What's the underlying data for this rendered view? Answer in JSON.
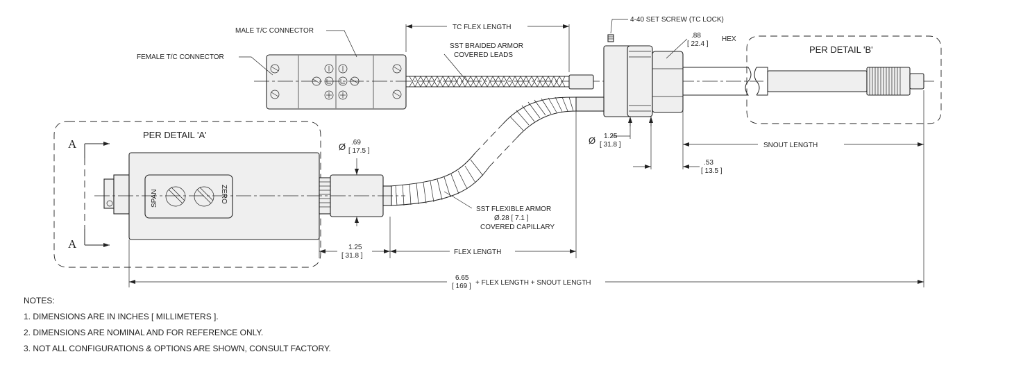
{
  "labels": {
    "male_tc_connector": "MALE T/C CONNECTOR",
    "female_tc_connector": "FEMALE T/C CONNECTOR",
    "tc_flex_length": "TC FLEX LENGTH",
    "sst_braided_line1": "SST BRAIDED ARMOR",
    "sst_braided_line2": "COVERED  LEADS",
    "set_screw": "4-40 SET SCREW (TC LOCK)",
    "hex_in": ".88",
    "hex_mm": "[ 22.4 ]",
    "hex_label": "HEX",
    "per_detail_b": "PER DETAIL 'B'",
    "per_detail_a": "PER DETAIL 'A'",
    "section_a_top": "A",
    "section_a_bottom": "A",
    "dia_symbol": "Ø",
    "dia_69_in": ".69",
    "dia_69_mm": "[ 17.5 ]",
    "dia_125_in": "1.25",
    "dia_125_mm": "[ 31.8 ]",
    "snout_length": "SNOUT LENGTH",
    "dim_53_in": ".53",
    "dim_53_mm": "[ 13.5 ]",
    "span": "SPAN",
    "zero": "ZERO",
    "sst_flex_line1": "SST FLEXIBLE ARMOR",
    "sst_flex_line2": "Ø.28 [ 7.1 ]",
    "sst_flex_line3": "COVERED CAPILLARY",
    "dim_125b_in": "1.25",
    "dim_125b_mm": "[ 31.8 ]",
    "flex_length": "FLEX LENGTH",
    "overall_in": "6.65",
    "overall_mm": "[ 169 ]",
    "overall_suffix": "+ FLEX LENGTH + SNOUT LENGTH"
  },
  "notes": {
    "title": "NOTES:",
    "items": [
      "1. DIMENSIONS ARE IN INCHES [ MILLIMETERS ].",
      "2. DIMENSIONS ARE NOMINAL AND FOR REFERENCE ONLY.",
      "3. NOT ALL CONFIGURATIONS & OPTIONS ARE SHOWN, CONSULT FACTORY."
    ]
  }
}
